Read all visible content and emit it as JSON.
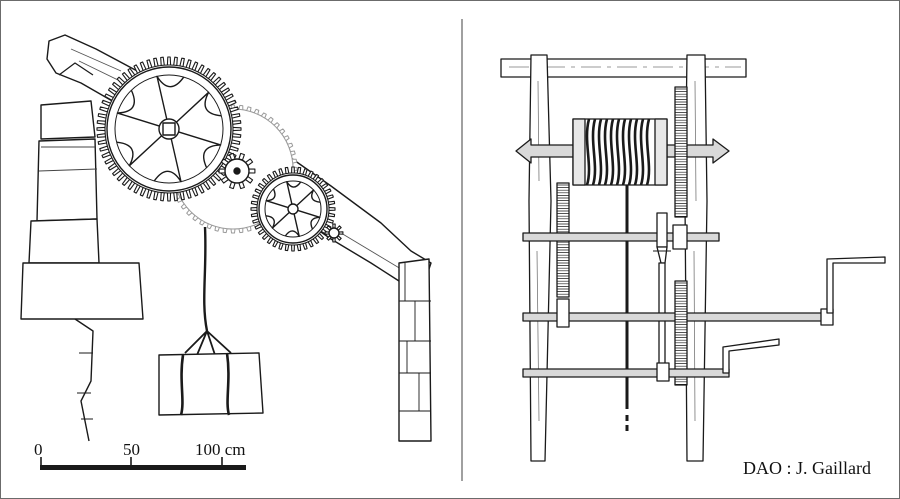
{
  "scale_bar": {
    "labels": [
      "0",
      "50",
      "100 cm"
    ]
  },
  "credit": "DAO : J. Gaillard",
  "colors": {
    "line": "#1a1a1a",
    "fill": "#ffffff",
    "light_fill": "#e8e8e8",
    "shadow": "#9a9a9a",
    "divider": "#888888"
  }
}
